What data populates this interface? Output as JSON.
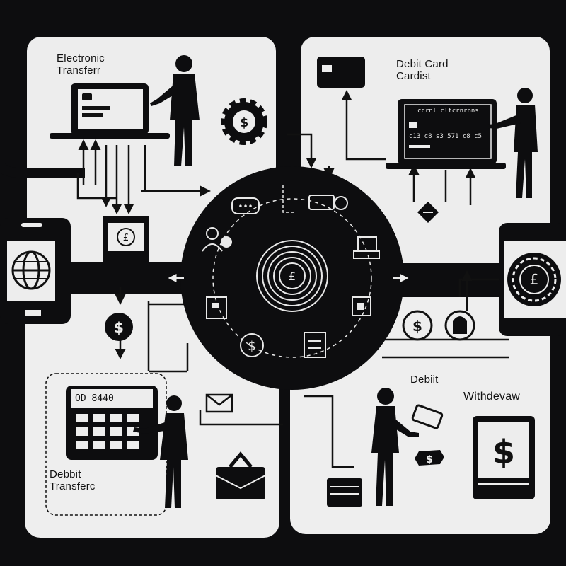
{
  "panels": {
    "top_left": {
      "title_line1": "Electronic",
      "title_line2": "Transferr"
    },
    "top_right": {
      "title_line1": "Debit Card",
      "title_line2": "Cardist",
      "screen_line1": "ccrnl cltcrnrnns",
      "screen_line2": "c13 c8 s3 571 c8 c5"
    },
    "bottom_left": {
      "title_line1": "Debbit",
      "title_line2": "Transferc",
      "keypad_display": "OD    8440"
    },
    "bottom_right": {
      "title_line1": "Debiit",
      "title_line2": "Withdevaw"
    }
  },
  "colors": {
    "background": "#0d0d0f",
    "panel": "#eeeeee",
    "ink": "#111111"
  }
}
